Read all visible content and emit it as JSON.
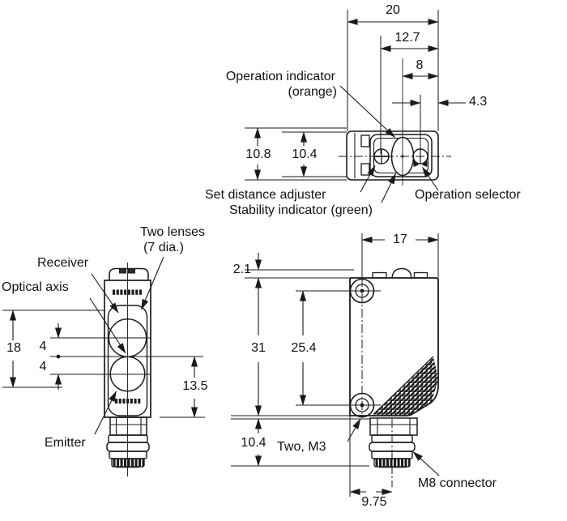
{
  "drawing_type": "sensor outline dimension drawing (three views)",
  "colors": {
    "line": "#1a1a1a",
    "background": "#ffffff"
  },
  "top_view": {
    "labels": {
      "operation_indicator_line1": "Operation indicator",
      "operation_indicator_line2": "(orange)",
      "set_distance_adjuster": "Set distance adjuster",
      "stability_indicator": "Stability indicator (green)",
      "operation_selector": "Operation selector"
    },
    "dimensions": {
      "overall_width": "20",
      "inner_width": "12.7",
      "lens_center_offset": "8",
      "selector_offset": "4.3",
      "outer_height": "10.8",
      "body_height": "10.4"
    }
  },
  "front_view": {
    "labels": {
      "two_lenses_line1": "Two lenses",
      "two_lenses_line2": "(7 dia.)",
      "receiver": "Receiver",
      "optical_axis": "Optical axis",
      "emitter": "Emitter"
    },
    "dimensions": {
      "axis_span": "18",
      "upper_axis_gap": "4",
      "lower_axis_gap": "4",
      "axis_to_bottom": "13.5"
    }
  },
  "side_view": {
    "labels": {
      "mounting_holes": "Two, M3",
      "connector": "M8 connector"
    },
    "dimensions": {
      "depth": "17",
      "bump_height": "2.1",
      "body_height": "31",
      "hole_pitch": "25.4",
      "connector_protrusion": "10.4",
      "connector_offset": "9.75"
    }
  }
}
